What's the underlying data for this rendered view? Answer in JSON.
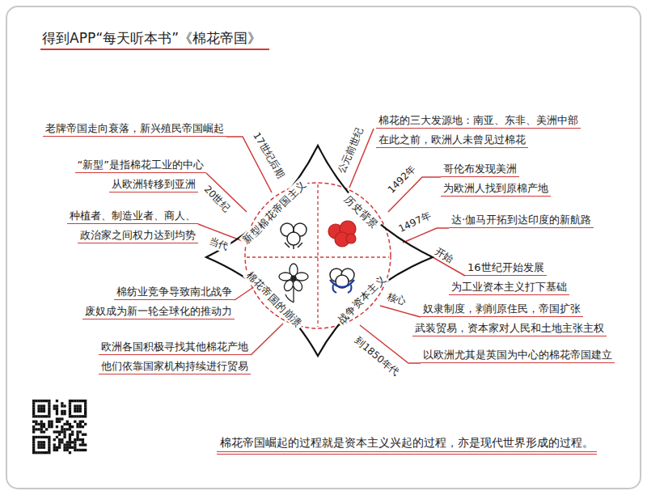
{
  "diagram": {
    "title": "得到APP“每天听本书”《棉花帝国》",
    "caption": "棉花帝国崛起的过程就是资本主义兴起的过程，亦是现代世界形成的过程。",
    "nodes": [
      {
        "text": [
          "新型棉花帝国主义",
          "历史背景",
          "战争资本主义",
          "棉花帝国的崩溃"
        ]
      }
    ],
    "edges": [],
    "labels": [
      "17世纪后期",
      "老牌帝国走向衰落，新兴殖民帝国崛起",
      "20世纪",
      "“新型”是指棉花工业的中心",
      "从欧洲转移到亚洲",
      "当代",
      "种植者、制造业者、商人、",
      "政治家之间权力达到均势",
      "棉纺业竞争导致南北战争",
      "废奴成为新一轮全球化的推动力",
      "欧洲各国积极寻找其他棉花产地",
      "他们依靠国家机构持续进行贸易",
      "公元前世纪",
      "棉花的三大发源地：南亚、东非、美洲中部",
      "在此之前，欧洲人未曾见过棉花",
      "1492年",
      "哥伦布发现美洲",
      "为欧洲人找到原棉产地",
      "1497年",
      "达·伽马开拓到达印度的新航路",
      "开始",
      "16世纪开始发展",
      "为工业资本主义打下基础",
      "核心",
      "奴隶制度，剥削原住民，帝国扩张",
      "武装贸易，资本家对人民和土地主张主权",
      "到1850年代",
      "以欧洲尤其是英国为中心的棉花帝国建立"
    ]
  }
}
